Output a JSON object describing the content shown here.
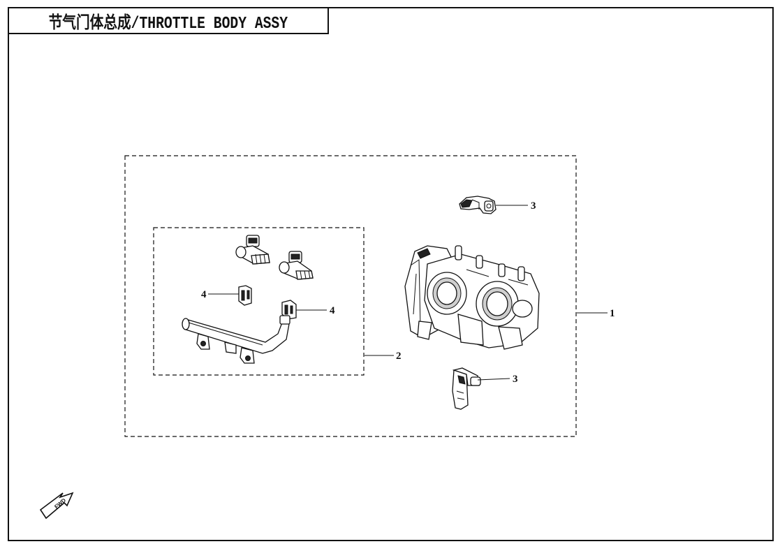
{
  "title": "节气门体总成/THROTTLE BODY ASSY",
  "callouts": {
    "c1": "1",
    "c2": "2",
    "c3a": "3",
    "c3b": "3",
    "c4a": "4",
    "c4b": "4"
  },
  "fwd_label": "FWD"
}
